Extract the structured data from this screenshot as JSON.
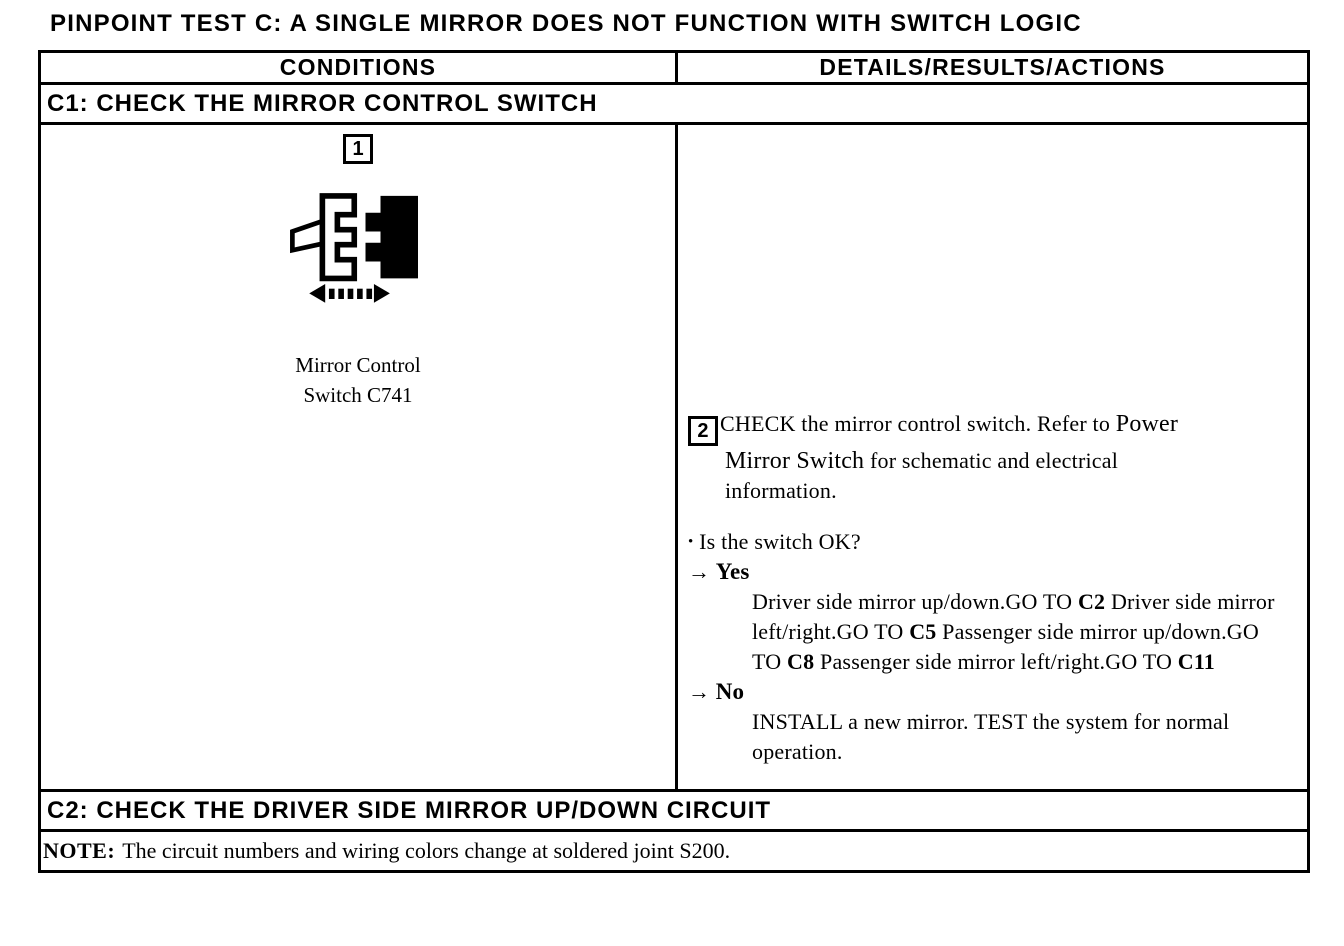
{
  "page": {
    "title": "PINPOINT TEST C: A SINGLE MIRROR DOES NOT FUNCTION WITH SWITCH LOGIC"
  },
  "colors": {
    "ink": "#000000",
    "paper": "#ffffff"
  },
  "table": {
    "headers": {
      "conditions": "CONDITIONS",
      "details": "DETAILS/RESULTS/ACTIONS"
    },
    "c1": {
      "heading": "C1: CHECK THE MIRROR CONTROL SWITCH",
      "step1": {
        "number": "1",
        "caption_line1": "Mirror Control",
        "caption_line2": "Switch C741"
      },
      "step2": {
        "number": "2",
        "text_before_ref": "CHECK the mirror control switch. Refer to ",
        "reference": "Power Mirror Switch",
        "text_after_ref": "  for schematic and electrical information.",
        "bullet": "•",
        "question": "Is the switch OK?",
        "arrow": "→",
        "yes_label": "Yes",
        "yes_flow": [
          "Driver side mirror up/down.GO TO ",
          "C2",
          " Driver side mirror left/right.GO TO ",
          "C5",
          " Passenger side mirror up/down.GO TO ",
          "C8",
          " Passenger side mirror left/right.GO TO ",
          "C11"
        ],
        "no_label": "No",
        "no_result": "INSTALL a new mirror. TEST the system for normal operation."
      }
    },
    "c2": {
      "heading": "C2: CHECK THE DRIVER SIDE MIRROR UP/DOWN CIRCUIT"
    },
    "note": {
      "label": "NOTE:",
      "text": "The circuit numbers and wiring colors change at soldered joint S200."
    }
  }
}
